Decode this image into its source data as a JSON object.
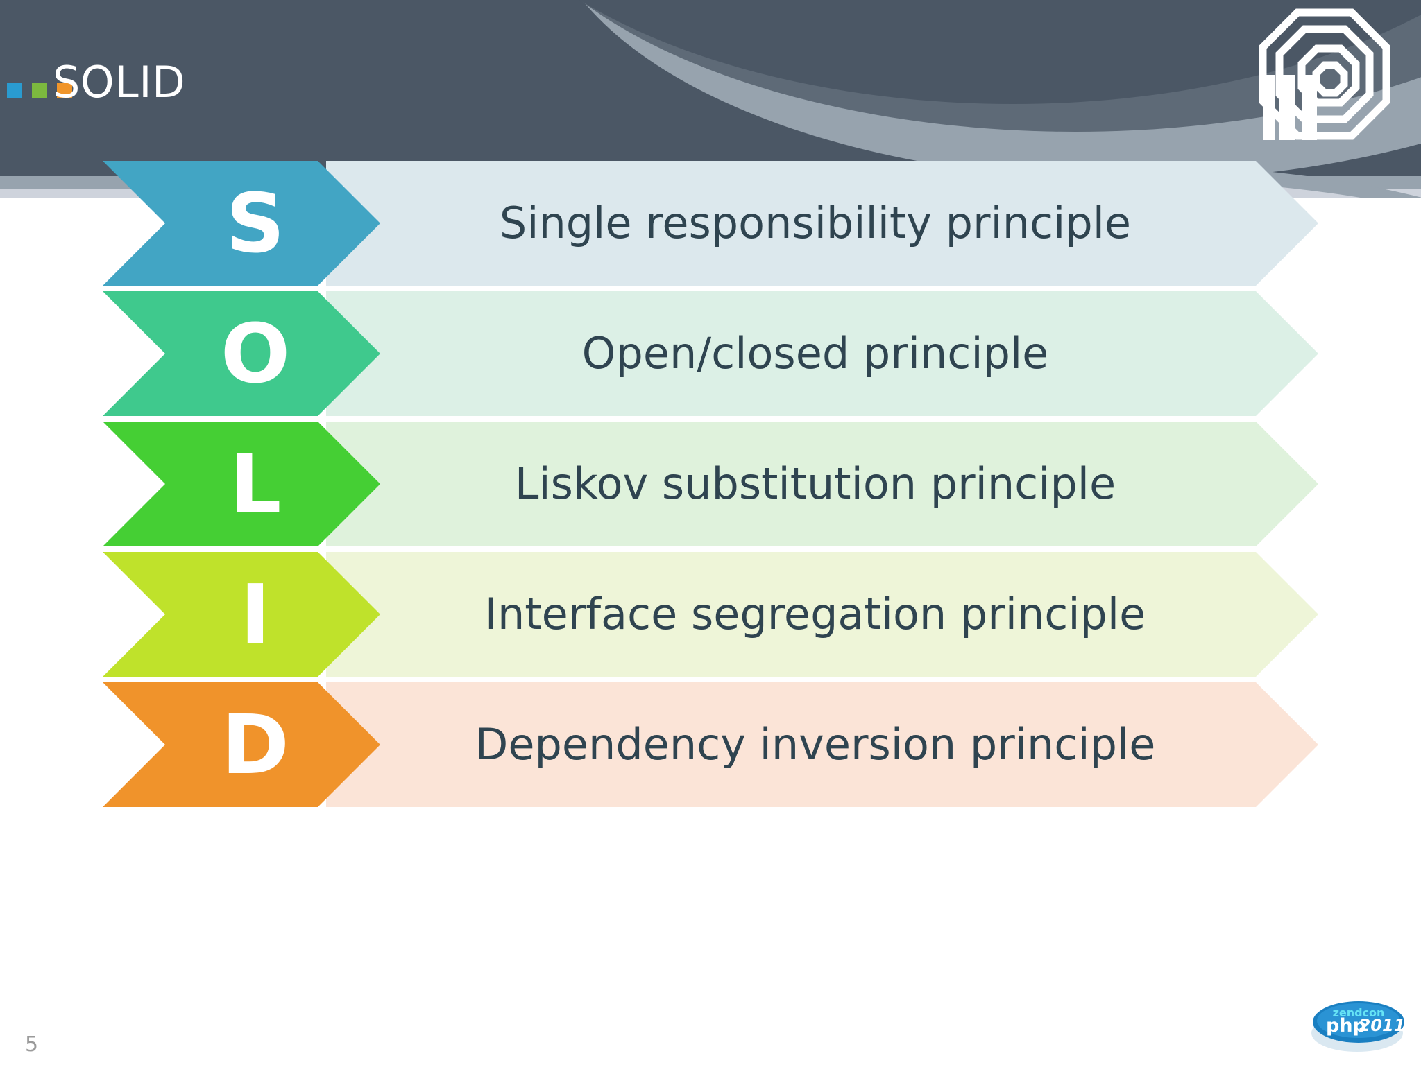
{
  "slide": {
    "title": "SOLID",
    "page_number": "5",
    "title_squares": [
      "#2a9bd0",
      "#7cb93f",
      "#f0952a"
    ],
    "header_bg": "#4b5765",
    "text_color": "#2f4450"
  },
  "brand": {
    "logo_name": "php-benelux-octagon-logo",
    "footer_logo_name": "zendcon-php-2011-logo",
    "footer_logo_line1": "zendcon",
    "footer_logo_line2": "php",
    "footer_logo_year": "2011"
  },
  "principles": [
    {
      "letter": "S",
      "label": "Single responsibility principle",
      "color": "#42a5c4",
      "pale": "#dce8ed"
    },
    {
      "letter": "O",
      "label": "Open/closed principle",
      "color": "#3fc98d",
      "pale": "#dcf0e6"
    },
    {
      "letter": "L",
      "label": "Liskov substitution principle",
      "color": "#45cf34",
      "pale": "#dff2dc"
    },
    {
      "letter": "I",
      "label": "Interface segregation principle",
      "color": "#bfe22b",
      "pale": "#eef5d8"
    },
    {
      "letter": "D",
      "label": "Dependency inversion principle",
      "color": "#f0932b",
      "pale": "#fbe4d7"
    }
  ]
}
